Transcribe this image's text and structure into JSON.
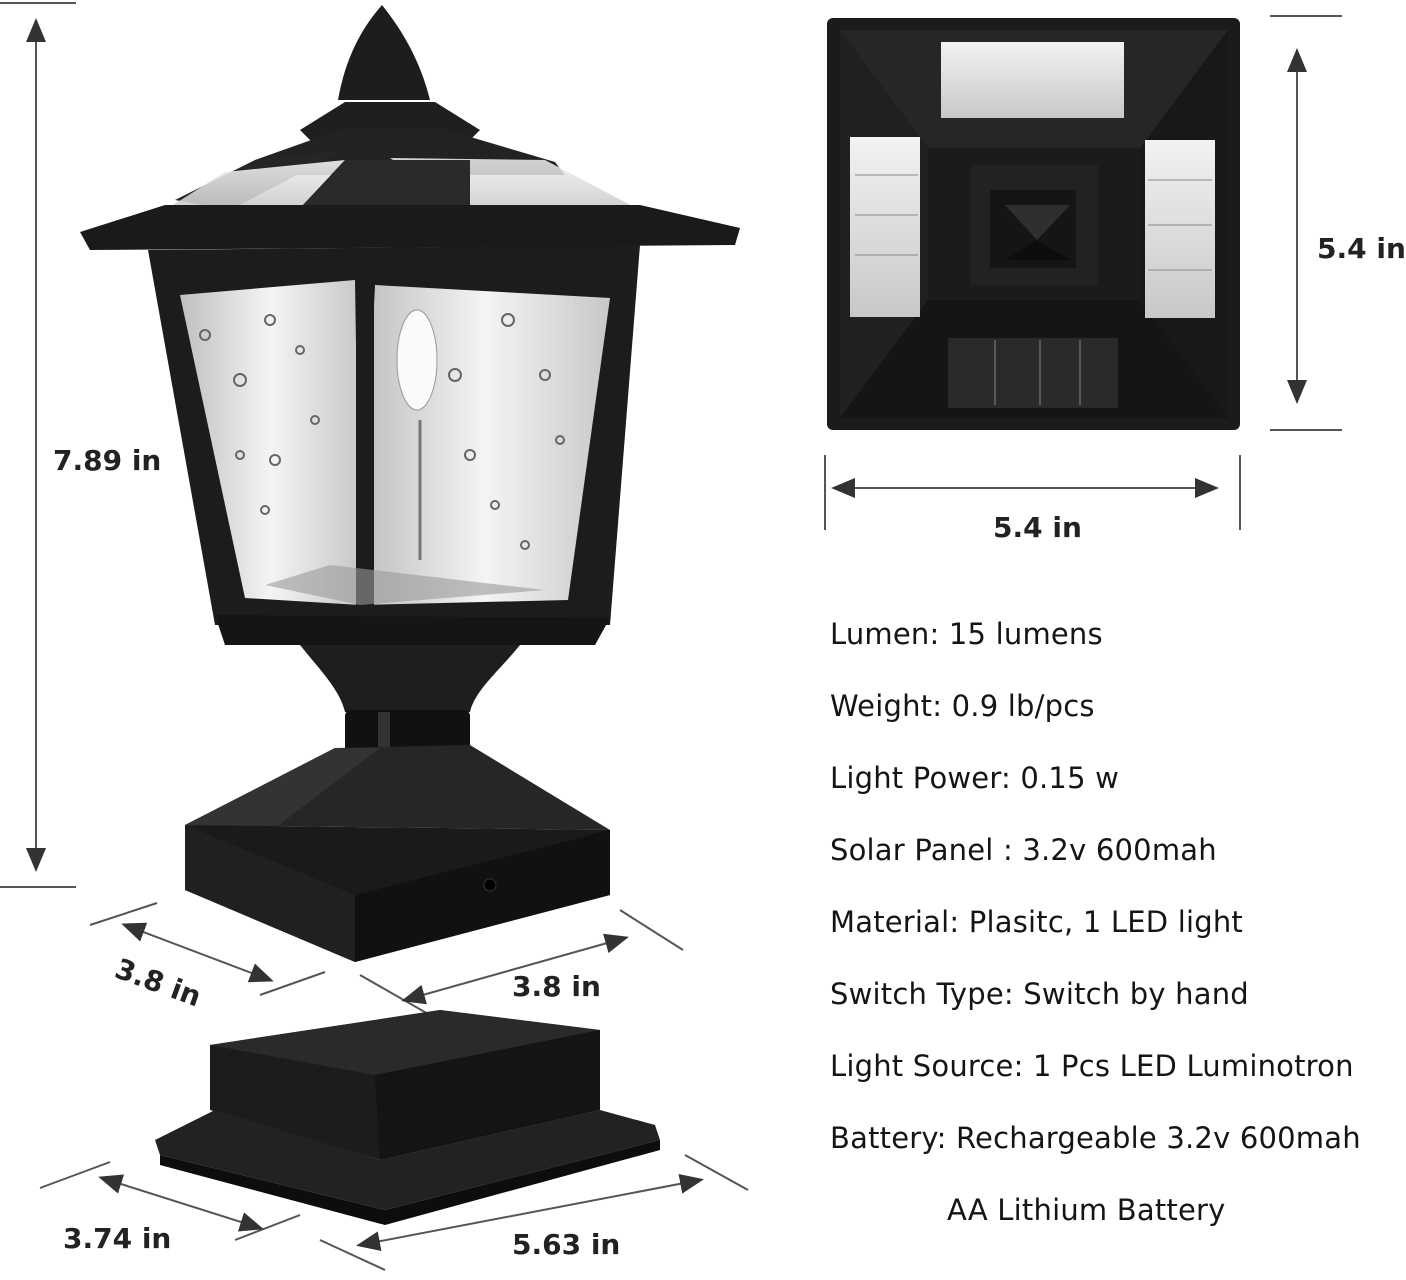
{
  "dimensions": {
    "lamp_height": "7.89 in",
    "top_height": "5.4 in",
    "top_width": "5.4 in",
    "base_depth": "3.8 in",
    "base_width": "3.8 in",
    "adapter_depth": "3.74 in",
    "adapter_width": "5.63 in"
  },
  "specs": [
    "Lumen:  15 lumens",
    "Weight:  0.9 lb/pcs",
    "Light Power: 0.15 w",
    "Solar Panel :  3.2v 600mah",
    "Material:  Plasitc, 1 LED light",
    "Switch Type:  Switch by hand",
    "Light Source:  1 Pcs LED Luminotron",
    "Battery:  Rechargeable 3.2v 600mah",
    "AA Lithium Battery"
  ],
  "colors": {
    "product": "#1d1d1d",
    "dimension_line": "#555555",
    "panel": "#d9d9d9"
  }
}
